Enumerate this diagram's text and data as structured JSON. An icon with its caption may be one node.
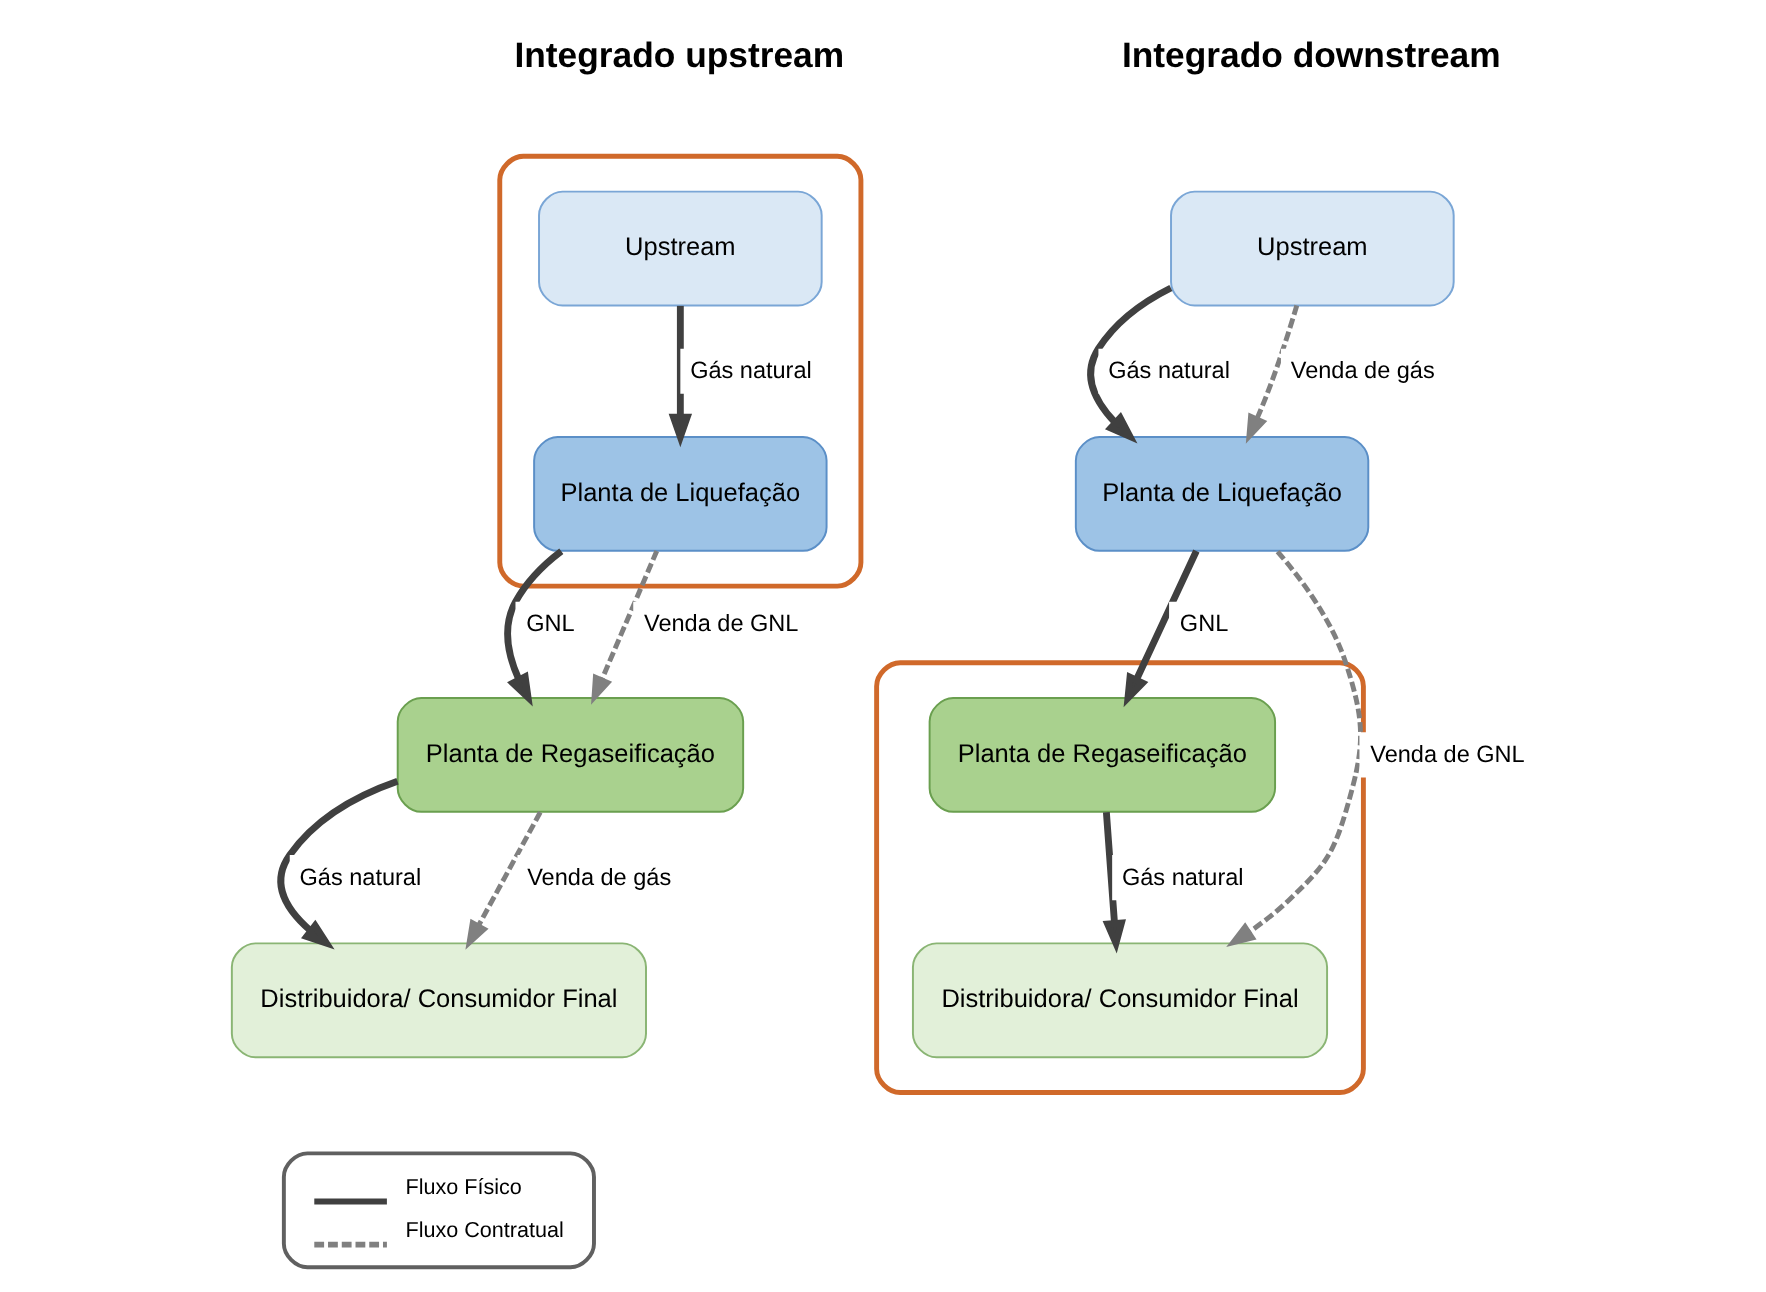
{
  "diagram": {
    "nodes": [
      {
        "text": [],
        "shape": "box"
      },
      {
        "text": [
          "Upstream"
        ],
        "in": 0
      },
      {
        "text": [
          "Planta de Liquefação"
        ],
        "in": 0
      },
      {
        "text": [
          "Planta de Regaseificação"
        ]
      },
      {
        "text": [
          "Distribuidora/ Consumidor Final"
        ]
      },
      {
        "text": [
          "Upstream"
        ]
      },
      {
        "text": [
          "Planta de Liquefação"
        ]
      },
      {
        "text": [],
        "shape": "box"
      },
      {
        "text": [
          "Planta de Regaseificação"
        ],
        "in": 7
      },
      {
        "text": [
          "Distribuidora/ Consumidor Final"
        ],
        "in": 7
      }
    ],
    "edges": [
      {
        "from": 1,
        "to": 2,
        "arrow": "to",
        "label": "Gás natural"
      },
      {
        "from": 2,
        "to": 3,
        "arrow": "to",
        "label": "GNL"
      },
      {
        "from": 3,
        "to": 4,
        "arrow": "to",
        "label": "Gás natural"
      },
      {
        "from": 2,
        "to": 3,
        "arrow": "to",
        "label": "Venda de GNL",
        "style": "dashed",
        "color": "#808080"
      },
      {
        "from": 3,
        "to": 4,
        "arrow": "to",
        "label": "Venda de gás",
        "style": "dashed",
        "color": "#808080"
      },
      {
        "from": 5,
        "to": 6,
        "arrow": "to",
        "label": "Gás natural"
      },
      {
        "from": 6,
        "to": 8,
        "arrow": "to",
        "label": "GNL"
      },
      {
        "from": 8,
        "to": 9,
        "arrow": "to",
        "label": "Gás natural"
      },
      {
        "from": 5,
        "to": 6,
        "arrow": "to",
        "label": "Venda de gás",
        "style": "dashed",
        "color": "#808080"
      },
      {
        "from": 6,
        "to": 9,
        "arrow": "to",
        "label": "Venda de GNL",
        "style": "dashed",
        "color": "#808080"
      }
    ],
    "labels": [
      "Integrado upstream",
      "Integrado downstream"
    ],
    "legend": [
      {
        "text": "Fluxo Físico"
      },
      {
        "text": "Fluxo Contratual"
      }
    ]
  }
}
